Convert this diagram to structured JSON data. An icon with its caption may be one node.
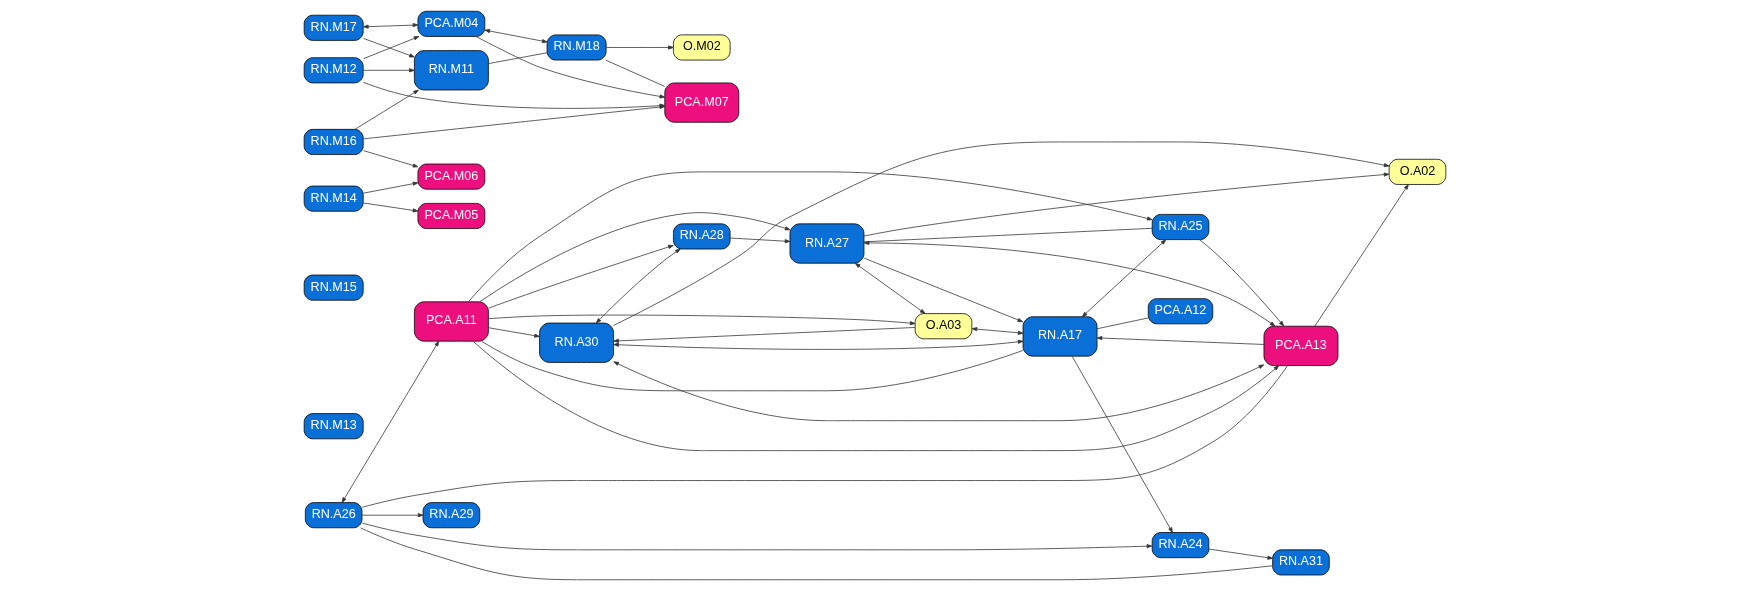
{
  "diagram": {
    "nodes": [
      {
        "text": [
          "O.A02"
        ]
      },
      {
        "text": [
          "RN.A30"
        ]
      },
      {
        "text": [
          "RN.A28"
        ]
      },
      {
        "text": [
          "RN.A29"
        ]
      },
      {
        "text": [
          "PCA.A13"
        ]
      },
      {
        "text": [
          "RN.A26"
        ]
      },
      {
        "text": [
          "RN.A27"
        ]
      },
      {
        "text": [
          "PCA.A11"
        ]
      },
      {
        "text": [
          "O.A03"
        ]
      },
      {
        "text": [
          "RN.A31"
        ]
      },
      {
        "text": [
          "RN.A25"
        ]
      },
      {
        "text": [
          "RN.A24"
        ]
      },
      {
        "text": [
          "RN.A17"
        ]
      },
      {
        "text": [
          "PCA.A12"
        ]
      },
      {
        "text": [
          "RN.M13"
        ]
      },
      {
        "text": [
          "RN.M15"
        ]
      },
      {
        "text": [
          "O.M02"
        ]
      },
      {
        "text": [
          "RN.M18"
        ]
      },
      {
        "text": [
          "PCA.M05"
        ]
      },
      {
        "text": [
          "PCA.M07"
        ]
      },
      {
        "text": [
          "RN.M14"
        ]
      },
      {
        "text": [
          "PCA.M06"
        ]
      },
      {
        "text": [
          "RN.M16"
        ]
      },
      {
        "text": [
          "RN.M11"
        ]
      },
      {
        "text": [
          "PCA.M04"
        ]
      },
      {
        "text": [
          "RN.M12"
        ]
      },
      {
        "text": [
          "RN.M17"
        ]
      }
    ],
    "edges": [
      {
        "from": 5,
        "to": 3,
        "arrow": "to"
      },
      {
        "from": 5,
        "to": 4,
        "arrow": "none"
      },
      {
        "from": 5,
        "to": 7,
        "arrow": "both"
      },
      {
        "from": 5,
        "to": 11,
        "arrow": "to"
      },
      {
        "from": 5,
        "to": 9,
        "arrow": "none"
      },
      {
        "from": 11,
        "to": 9,
        "arrow": "to"
      },
      {
        "from": 12,
        "to": 11,
        "arrow": "to"
      },
      {
        "from": 7,
        "to": 4,
        "arrow": "to"
      },
      {
        "from": 4,
        "to": 12,
        "arrow": "to"
      },
      {
        "from": 7,
        "to": 12,
        "arrow": "none"
      },
      {
        "from": 4,
        "to": 0,
        "arrow": "to"
      },
      {
        "from": 1,
        "to": 0,
        "arrow": "to"
      },
      {
        "from": 6,
        "to": 0,
        "arrow": "to"
      },
      {
        "from": 4,
        "to": 1,
        "arrow": "both"
      },
      {
        "from": 1,
        "to": 2,
        "arrow": "both"
      },
      {
        "from": 2,
        "to": 6,
        "arrow": "to"
      },
      {
        "from": 4,
        "to": 6,
        "arrow": "both"
      },
      {
        "from": 10,
        "to": 4,
        "arrow": "to"
      },
      {
        "from": 7,
        "to": 1,
        "arrow": "to"
      },
      {
        "from": 7,
        "to": 2,
        "arrow": "to"
      },
      {
        "from": 7,
        "to": 6,
        "arrow": "to"
      },
      {
        "from": 7,
        "to": 8,
        "arrow": "to"
      },
      {
        "from": 7,
        "to": 10,
        "arrow": "to"
      },
      {
        "from": 12,
        "to": 1,
        "arrow": "both"
      },
      {
        "from": 8,
        "to": 1,
        "arrow": "to"
      },
      {
        "from": 6,
        "to": 8,
        "arrow": "both"
      },
      {
        "from": 6,
        "to": 12,
        "arrow": "to"
      },
      {
        "from": 10,
        "to": 6,
        "arrow": "none"
      },
      {
        "from": 12,
        "to": 10,
        "arrow": "both"
      },
      {
        "from": 8,
        "to": 12,
        "arrow": "both"
      },
      {
        "from": 12,
        "to": 13,
        "arrow": "none"
      },
      {
        "from": 20,
        "to": 18,
        "arrow": "to"
      },
      {
        "from": 20,
        "to": 21,
        "arrow": "to"
      },
      {
        "from": 22,
        "to": 21,
        "arrow": "to"
      },
      {
        "from": 22,
        "to": 19,
        "arrow": "to"
      },
      {
        "from": 22,
        "to": 23,
        "arrow": "to"
      },
      {
        "from": 17,
        "to": 16,
        "arrow": "to"
      },
      {
        "from": 17,
        "to": 19,
        "arrow": "none"
      },
      {
        "from": 23,
        "to": 17,
        "arrow": "none"
      },
      {
        "from": 25,
        "to": 19,
        "arrow": "to"
      },
      {
        "from": 24,
        "to": 19,
        "arrow": "to"
      },
      {
        "from": 24,
        "to": 17,
        "arrow": "both"
      },
      {
        "from": 25,
        "to": 24,
        "arrow": "to"
      },
      {
        "from": 25,
        "to": 23,
        "arrow": "to"
      },
      {
        "from": 26,
        "to": 23,
        "arrow": "to"
      },
      {
        "from": 26,
        "to": 24,
        "arrow": "both"
      }
    ]
  }
}
